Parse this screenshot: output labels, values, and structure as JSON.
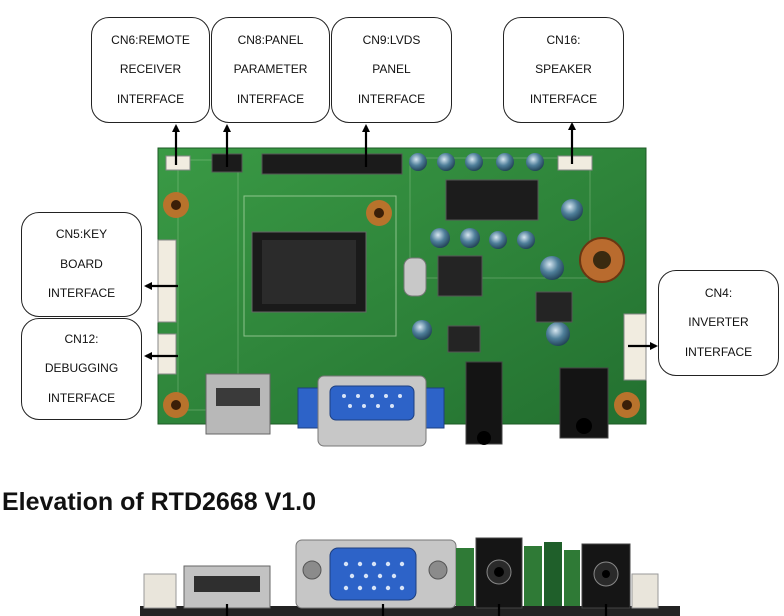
{
  "callouts": {
    "cn6": [
      "CN6:REMOTE",
      "RECEIVER",
      "INTERFACE"
    ],
    "cn8": [
      "CN8:PANEL",
      "PARAMETER",
      "INTERFACE"
    ],
    "cn9": [
      "CN9:LVDS",
      "PANEL",
      "INTERFACE"
    ],
    "cn16": [
      "CN16:",
      "SPEAKER",
      "INTERFACE"
    ],
    "cn5": [
      "CN5:KEY",
      "BOARD",
      "INTERFACE"
    ],
    "cn12": [
      "CN12:",
      "DEBUGGING",
      "INTERFACE"
    ],
    "cn4": [
      "CN4:",
      "INVERTER",
      "INTERFACE"
    ]
  },
  "elevation_title": "Elevation of RTD2668 V1.0",
  "colors": {
    "pcb_green": "#2f8a3a",
    "vga_blue": "#2d63c8",
    "outline": "#222222",
    "arrow": "#000000"
  }
}
